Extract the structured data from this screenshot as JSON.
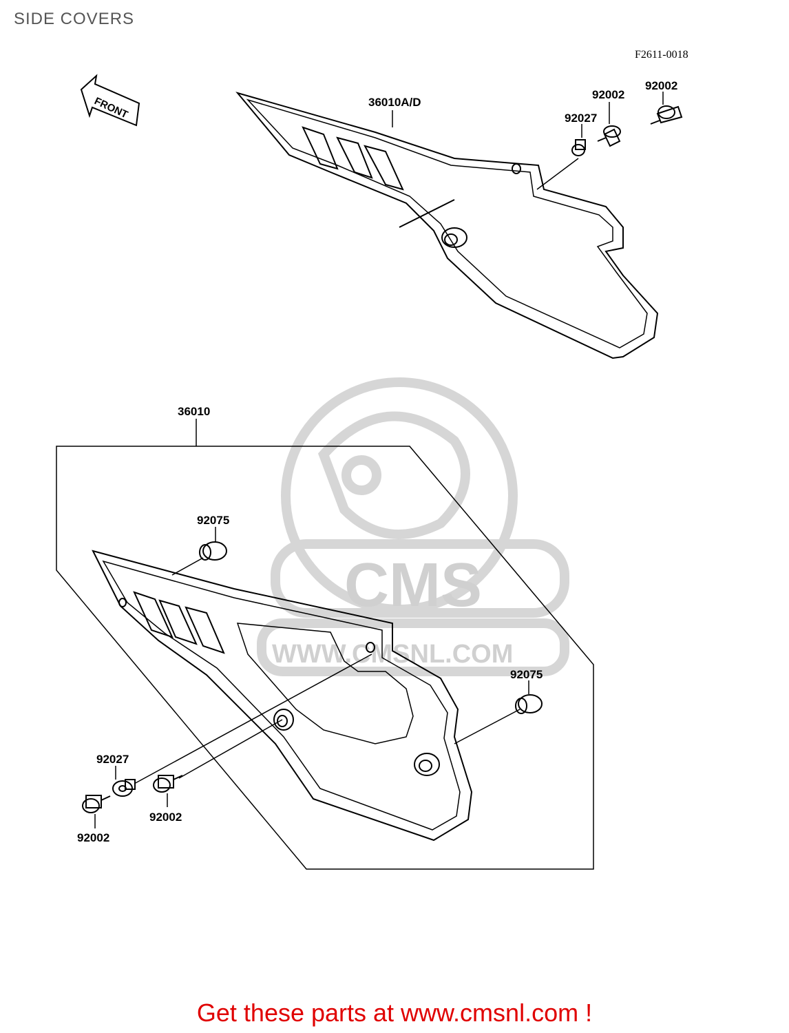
{
  "header": {
    "title": "SIDE COVERS"
  },
  "diagram": {
    "figure_code": "F2611-0018",
    "front_label": "FRONT",
    "upper_labels": {
      "cover": "36010A/D",
      "bolt_a": "92002",
      "bolt_b": "92002",
      "collar": "92027"
    },
    "lower_labels": {
      "cover": "36010",
      "grommet_top": "92075",
      "grommet_right": "92075",
      "collar": "92027",
      "bolt_mid": "92002",
      "bolt_left": "92002"
    }
  },
  "watermark": {
    "text_big": "CMS",
    "text_url": "WWW.CMSNL.COM"
  },
  "footer": {
    "cta": "Get these parts at www.cmsnl.com !",
    "cta_color": "#e00000"
  }
}
